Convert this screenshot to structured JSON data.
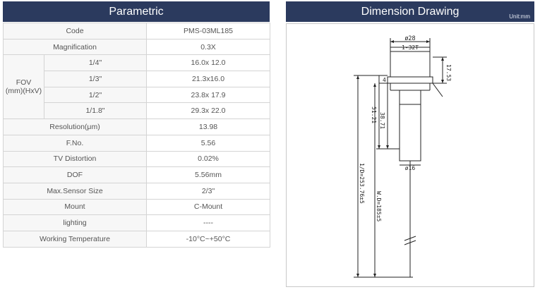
{
  "parametric": {
    "title": "Parametric",
    "rows": {
      "code": {
        "label": "Code",
        "value": "PMS-03ML185"
      },
      "magnification": {
        "label": "Magnification",
        "value": "0.3X"
      },
      "fov": {
        "label_line1": "FOV",
        "label_line2": "(mm)(HxV)",
        "items": [
          {
            "size": "1/4\"",
            "value": "16.0x 12.0"
          },
          {
            "size": "1/3\"",
            "value": "21.3x16.0"
          },
          {
            "size": "1/2\"",
            "value": "23.8x 17.9"
          },
          {
            "size": "1/1.8\"",
            "value": "29.3x 22.0"
          }
        ]
      },
      "resolution": {
        "label": "Resolution(μm)",
        "value": "13.98"
      },
      "fno": {
        "label": "F.No.",
        "value": "5.56"
      },
      "tv_distortion": {
        "label": "TV Distortion",
        "value": "0.02%"
      },
      "dof": {
        "label": "DOF",
        "value": "5.56mm"
      },
      "max_sensor": {
        "label": "Max.Sensor Size",
        "value": "2/3\""
      },
      "mount": {
        "label": "Mount",
        "value": "C-Mount"
      },
      "lighting": {
        "label": "lighting",
        "value": "----"
      },
      "working_temp": {
        "label": "Working Temperature",
        "value": "-10°C~+50°C"
      }
    }
  },
  "dimension": {
    "title": "Dimension Drawing",
    "unit": "Unit:mm",
    "labels": {
      "d28": "ø28",
      "thread": "1-32T",
      "h1753": "17.53",
      "four": "4",
      "d5121": "51.21",
      "d3871": "38.71",
      "d16": "ø16",
      "total": "1/D=253.76±5",
      "wd": "W.D=185±5"
    }
  }
}
